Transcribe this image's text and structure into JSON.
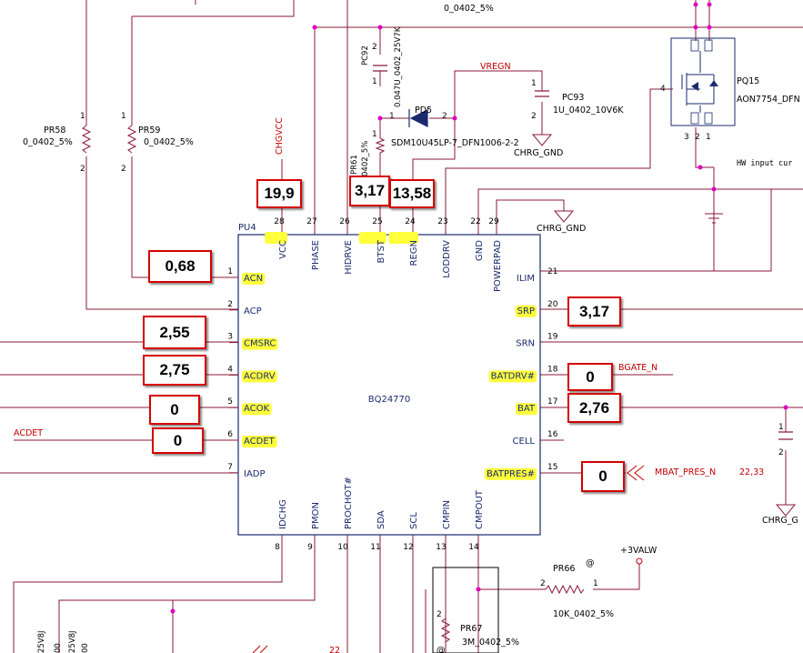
{
  "ic": {
    "ref": "PU4",
    "part": "BQ24770",
    "pins_left": [
      {
        "num": "1",
        "name": "ACN",
        "hl": true
      },
      {
        "num": "2",
        "name": "ACP",
        "hl": false
      },
      {
        "num": "3",
        "name": "CMSRC",
        "hl": true
      },
      {
        "num": "4",
        "name": "ACDRV",
        "hl": true
      },
      {
        "num": "5",
        "name": "ACOK",
        "hl": true
      },
      {
        "num": "6",
        "name": "ACDET",
        "hl": true
      },
      {
        "num": "7",
        "name": "IADP",
        "hl": false
      }
    ],
    "pins_right": [
      {
        "num": "21",
        "name": "ILIM",
        "hl": false
      },
      {
        "num": "20",
        "name": "SRP",
        "hl": true
      },
      {
        "num": "19",
        "name": "SRN",
        "hl": false
      },
      {
        "num": "18",
        "name": "BATDRV#",
        "hl": true
      },
      {
        "num": "17",
        "name": "BAT",
        "hl": true
      },
      {
        "num": "16",
        "name": "CELL",
        "hl": false
      },
      {
        "num": "15",
        "name": "BATPRES#",
        "hl": true
      }
    ],
    "pins_top": [
      {
        "num": "28",
        "name": "VCC",
        "hl": true
      },
      {
        "num": "27",
        "name": "PHASE",
        "hl": false
      },
      {
        "num": "26",
        "name": "HIDRVE",
        "hl": false
      },
      {
        "num": "25",
        "name": "BTST",
        "hl": true
      },
      {
        "num": "24",
        "name": "REGN",
        "hl": true
      },
      {
        "num": "23",
        "name": "LODDRV",
        "hl": false
      },
      {
        "num": "22",
        "name": "GND",
        "hl": false
      },
      {
        "num": "29",
        "name": "POWERPAD",
        "hl": false
      }
    ],
    "pins_bottom": [
      {
        "num": "8",
        "name": "IDCHG",
        "hl": false
      },
      {
        "num": "9",
        "name": "PMON",
        "hl": false
      },
      {
        "num": "10",
        "name": "PROCHOT#",
        "hl": false
      },
      {
        "num": "11",
        "name": "SDA",
        "hl": false
      },
      {
        "num": "12",
        "name": "SCL",
        "hl": false
      },
      {
        "num": "13",
        "name": "CMPIN",
        "hl": false
      },
      {
        "num": "14",
        "name": "CMPOUT",
        "hl": false
      }
    ]
  },
  "labels": {
    "top_res_value": "0_0402_5%",
    "pc92_ref": "PC92",
    "pc92_value": "0.047U_0402_25V7K",
    "vregn": "VREGN",
    "pd5_ref": "PD5",
    "pd5_value": "SDM10U45LP-7_DFN1006-2-2",
    "pc93_ref": "PC93",
    "pc93_value": "1U_0402_10V6K",
    "chrg_gnd": "CHRG_GND",
    "chrg_gnd_short": "CHRG_G",
    "pq15_ref": "PQ15",
    "pq15_value": "AON7754_DFN",
    "hw_input": "HW input cur",
    "pr58_ref": "PR58",
    "pr58_value": "0_0402_5%",
    "pr59_ref": "PR59",
    "pr59_value": "0_0402_5%",
    "chgvcc": "CHGVCC",
    "pr61_ref": "PR61",
    "pr61_value": "0402_5%",
    "acdet": "ACDET",
    "bgate_n": "BGATE_N",
    "mbat_pres_n": "MBAT_PRES_N",
    "mbat_pages": "22,33",
    "pr66_ref": "PR66",
    "pr66_value": "10K_0402_5%",
    "at_sign": "@",
    "valw": "+3VALW",
    "pr67_ref": "PR67",
    "pr67_value": "3M_0402_5%",
    "at_sign2": "@",
    "left_cut1": "25V8J",
    "left_cut2": "25V8J",
    "left_cut3": "00",
    "left_cut4": "00",
    "bot_cut": "22"
  },
  "measurements": {
    "vcc": "19,9",
    "btst": "3,17",
    "regn": "13,58",
    "acn": "0,68",
    "cmsrc": "2,55",
    "acdrv": "2,75",
    "acok": "0",
    "acdet": "0",
    "srp": "3,17",
    "batdrv": "0",
    "bat": "2,76",
    "batpres": "0"
  },
  "colors": {
    "net_wire": "#8b1a3a",
    "ic_outline": "#1a2a6e",
    "highlight": "#ffff3c",
    "net_label": "#c00000",
    "junction": "#e000c0",
    "callout_border": "#d40000"
  }
}
